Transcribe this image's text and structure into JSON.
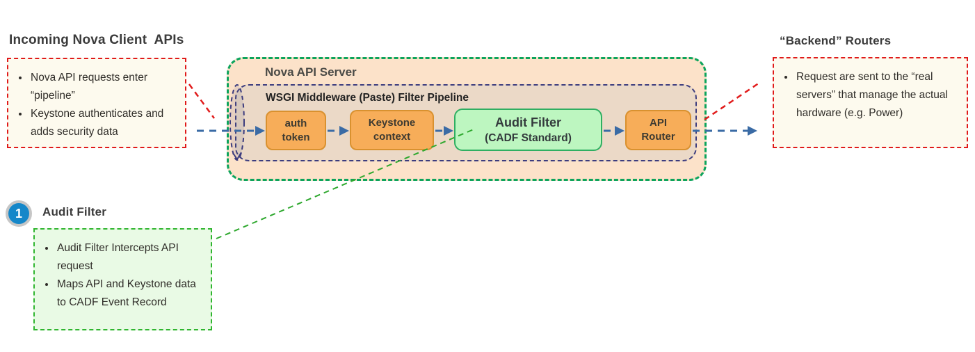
{
  "left_note": {
    "title": "Incoming Nova Client  APIs",
    "bullets": [
      "Nova API requests enter “pipeline”",
      "Keystone authenticates and adds security data"
    ]
  },
  "server": {
    "title": "Nova API Server",
    "pipeline_title": "WSGI Middleware (Paste) Filter Pipeline",
    "stages": [
      {
        "line1": "auth",
        "line2": "token"
      },
      {
        "line1": "Keystone",
        "line2": "context"
      },
      {
        "line1": "Audit Filter",
        "line2": "(CADF Standard)"
      },
      {
        "line1": "API",
        "line2": "Router"
      }
    ]
  },
  "right_note": {
    "title": "“Backend” Routers",
    "bullets": [
      "Request are sent to the “real servers” that manage the actual hardware (e.g. Power)"
    ]
  },
  "callout": {
    "number": "1",
    "title": "Audit Filter",
    "bullets": [
      "Audit Filter Intercepts API request",
      "Maps API and Keystone data to CADF Event Record"
    ]
  },
  "colors": {
    "flow_arrow": "#3a6ba5",
    "red_connector": "#e11b1b",
    "green_connector": "#2ea82e",
    "server_fill": "#fce2c9",
    "server_border": "#0ca45c",
    "pipeline_fill": "#ebd9c7",
    "pipeline_border": "#3c3c7e",
    "stage_orange_fill": "#f7ad59",
    "stage_orange_border": "#d9912f",
    "stage_green_fill": "#bdf6c0",
    "stage_green_border": "#2faf62",
    "note_fill": "#fdfaee",
    "note_green_fill": "#e9fae5",
    "badge_fill": "#1587c9"
  }
}
